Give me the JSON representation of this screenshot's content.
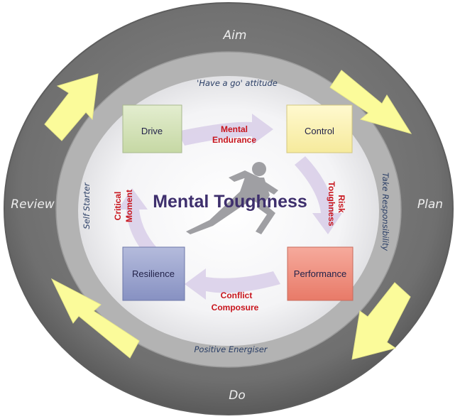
{
  "diagram": {
    "outer_ring": {
      "top": "Aim",
      "right": "Plan",
      "bottom": "Do",
      "left": "Review"
    },
    "inner_ring": {
      "top": "'Have a go' attitude",
      "right": "Take Responsibility",
      "bottom": "Positive Energiser",
      "left": "Self Starter"
    },
    "center_title": "Mental Toughness",
    "boxes": [
      {
        "label": "Drive",
        "color": "#d5e3bb"
      },
      {
        "label": "Control",
        "color": "#fdf4b8"
      },
      {
        "label": "Performance",
        "color": "#f08f80"
      },
      {
        "label": "Resilience",
        "color": "#9ea6cf"
      }
    ],
    "cycle_labels": {
      "top": [
        "Mental",
        "Endurance"
      ],
      "right": [
        "Risk",
        "Toughness"
      ],
      "bottom": [
        "Conflict",
        "Composure"
      ],
      "left": [
        "Critical",
        "Moment"
      ]
    },
    "colors": {
      "outer_ring": "#6f6f6f",
      "inner_ring": "#b2b2b2",
      "center": "#ffffff",
      "arrows": "#fbfb9a",
      "cycle_arrow": "#c9b8e0",
      "label_red": "#c8151d",
      "title": "#3e2f6d"
    }
  }
}
